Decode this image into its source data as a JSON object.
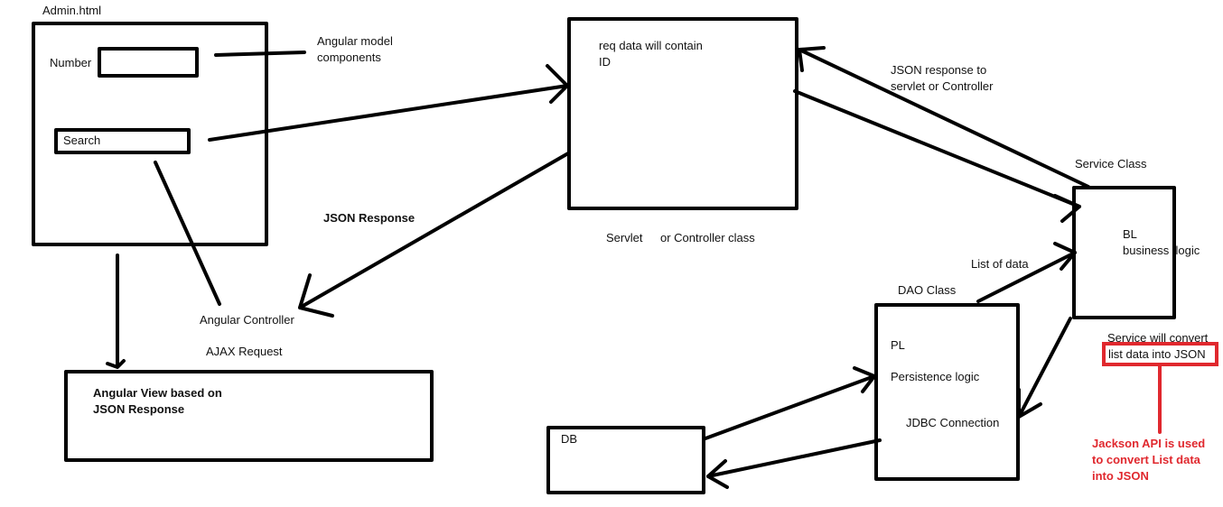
{
  "colors": {
    "ink": "#000000",
    "highlight": "#e0282e"
  },
  "admin_page": {
    "title": "Admin.html",
    "number_label": "Number",
    "search_label": "Search"
  },
  "model_components_label": "Angular model\ncomponents",
  "angular_controller_label": "Angular Controller",
  "ajax_request_label": "AJAX Request",
  "angular_view_label": "Angular View based on\nJSON Response",
  "json_response_label": "JSON Response",
  "servlet": {
    "note": "req data will contain\nID",
    "caption_left": "Servlet",
    "caption_right": "or Controller class"
  },
  "json_response_to_servlet_label": "JSON response to\nservlet or Controller",
  "service": {
    "title": "Service Class",
    "content": "BL\nbusiness  logic"
  },
  "list_of_data_label": "List of data",
  "dao": {
    "title": "DAO Class",
    "line1": "PL",
    "line2": "Persistence logic",
    "line3": "JDBC Connection"
  },
  "db_label": "DB",
  "service_convert": {
    "line1": "Service will convert",
    "line2": "list data into JSON"
  },
  "jackson_note": "Jackson API is used\nto convert List data\ninto JSON"
}
